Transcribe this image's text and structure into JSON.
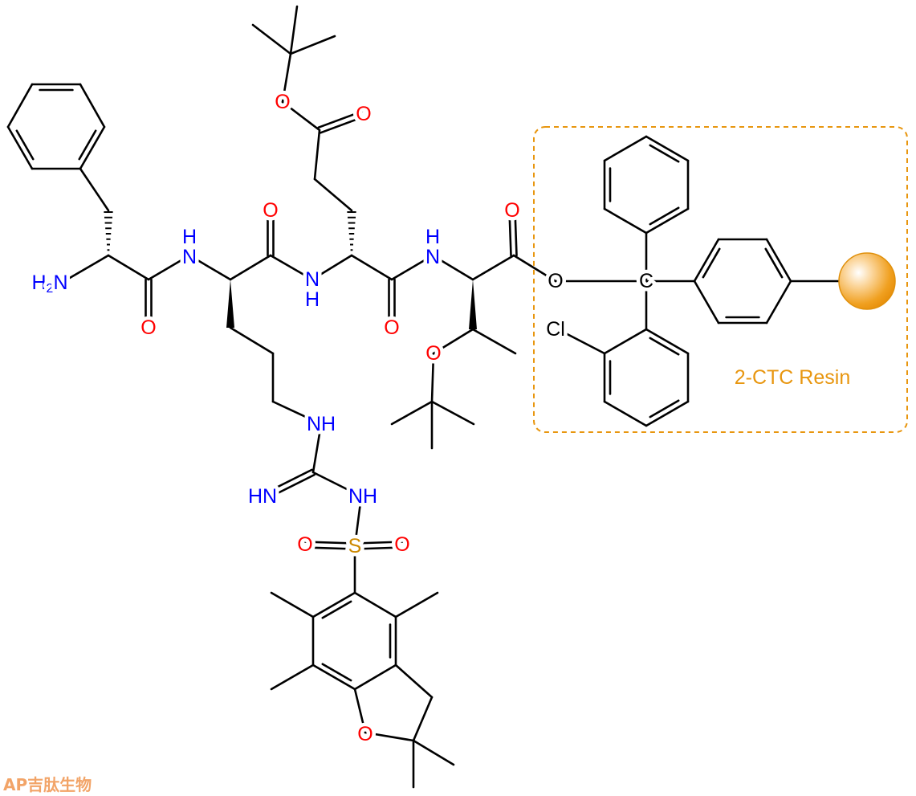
{
  "labels": {
    "O": "O",
    "N": "N",
    "H": "H",
    "NH": "NH",
    "HN": "HN",
    "S": "S",
    "Cl": "Cl",
    "C": "C",
    "amine": {
      "h": "H",
      "sub": "2",
      "n": "N"
    }
  },
  "resin": {
    "label": "2-CTC Resin"
  },
  "watermark": {
    "text": "AP吉肽生物"
  },
  "colors": {
    "nitrogen": "#0000ff",
    "oxygen": "#ff0000",
    "sulfur": "#cc8800",
    "resin": "#e8960f",
    "bead": "#f0a020"
  }
}
